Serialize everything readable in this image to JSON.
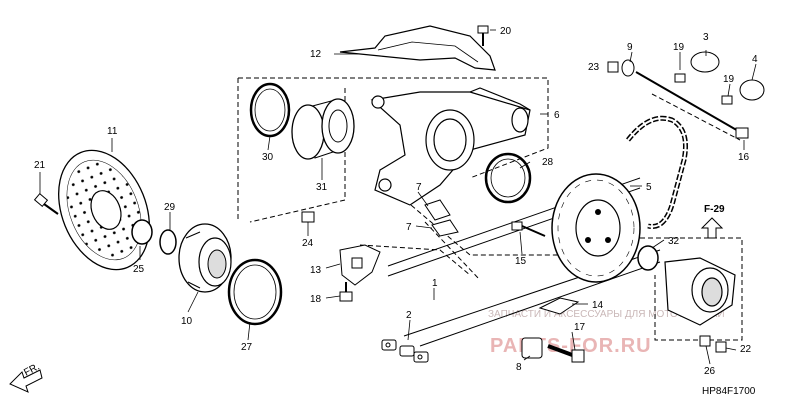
{
  "diagram_code": "HP84F1700",
  "reference_label": "F-29",
  "direction_label": "FR.",
  "watermark": {
    "top_text": "ЗАПЧАСТИ И АКСЕССУАРЫ ДЛЯ МОТОТЕХНИКИ",
    "brand_text": "PARTS-FOR.RU"
  },
  "callouts": {
    "c1": "1",
    "c2": "2",
    "c3": "3",
    "c4": "4",
    "c5": "5",
    "c6": "6",
    "c7a": "7",
    "c7b": "7",
    "c8": "8",
    "c9": "9",
    "c10": "10",
    "c11": "11",
    "c12": "12",
    "c13": "13",
    "c14": "14",
    "c15": "15",
    "c16": "16",
    "c17": "17",
    "c18": "18",
    "c19a": "19",
    "c19b": "19",
    "c20": "20",
    "c21": "21",
    "c22": "22",
    "c23": "23",
    "c24": "24",
    "c25": "25",
    "c26": "26",
    "c27": "27",
    "c28": "28",
    "c29": "29",
    "c30": "30",
    "c31": "31",
    "c32": "32"
  }
}
